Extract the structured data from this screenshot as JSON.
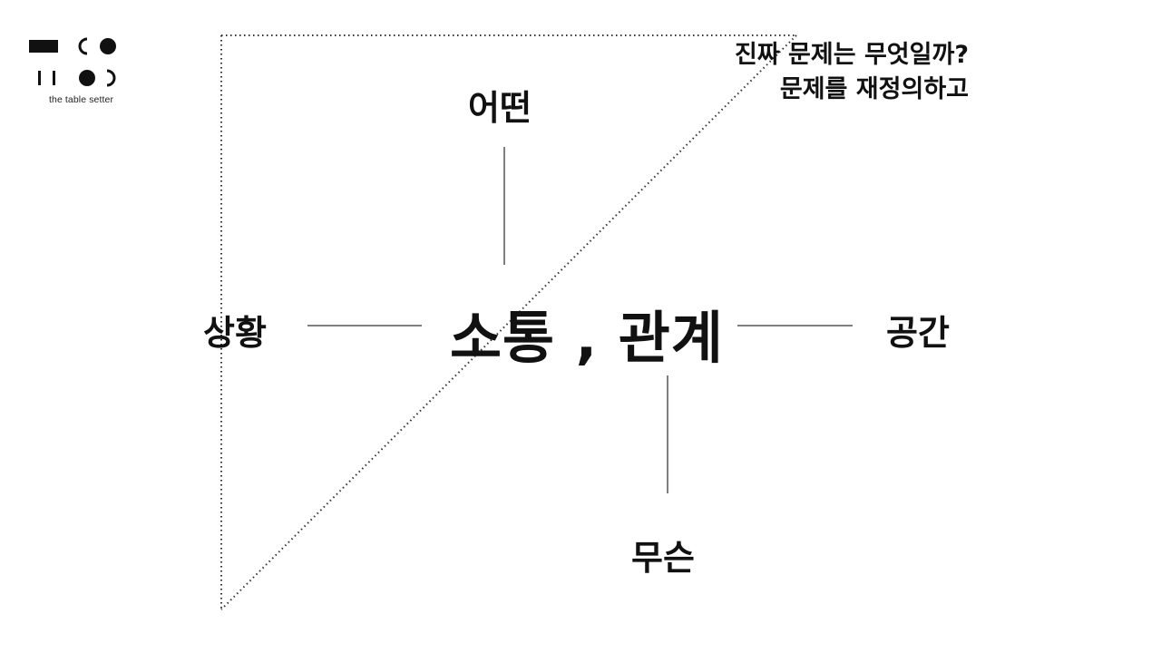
{
  "logo": {
    "caption": "the table setter"
  },
  "diagram": {
    "center": "소통 , 관계",
    "top": "어떤",
    "left": "상황",
    "right": "공간",
    "bottom": "무슨"
  },
  "corner_note": {
    "line1": "진짜 문제는 무엇일까?",
    "line2": "문제를 재정의하고"
  },
  "colors": {
    "text": "#111111",
    "line": "#555555",
    "dots": "#333333",
    "background": "#ffffff"
  }
}
